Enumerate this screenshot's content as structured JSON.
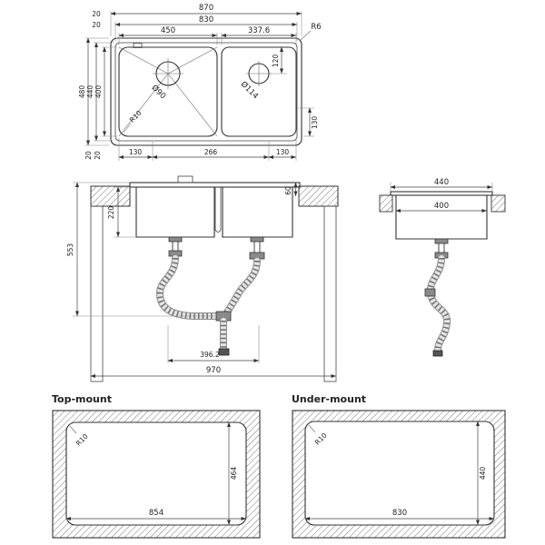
{
  "top_view": {
    "w_total": "870",
    "w_rim": "830",
    "off_top_a": "20",
    "off_top_b": "20",
    "w_bowl1": "450",
    "w_bowl2": "337.6",
    "r_corner": "R6",
    "h_outer": "480",
    "h_rim": "440",
    "h_inner": "400",
    "d_drain1": "Ø90",
    "d_drain2": "Ø114",
    "drain2_top": "120",
    "right_bottom": "130",
    "r_bowl": "R10",
    "off_bot_a": "20",
    "off_bot_b": "20",
    "bot_1": "130",
    "bot_2": "266",
    "bot_3": "130"
  },
  "front_view": {
    "rim_h": "60",
    "bowl_depth": "220",
    "total_h": "553",
    "drain_span": "396.2",
    "cabinet_w": "970"
  },
  "side_view": {
    "w_outer": "440",
    "w_inner": "400"
  },
  "cutouts": {
    "top_mount": {
      "title": "Top-mount",
      "r": "R10",
      "h": "464",
      "w": "854"
    },
    "under_mount": {
      "title": "Under-mount",
      "r": "R10",
      "h": "440",
      "w": "830"
    }
  }
}
